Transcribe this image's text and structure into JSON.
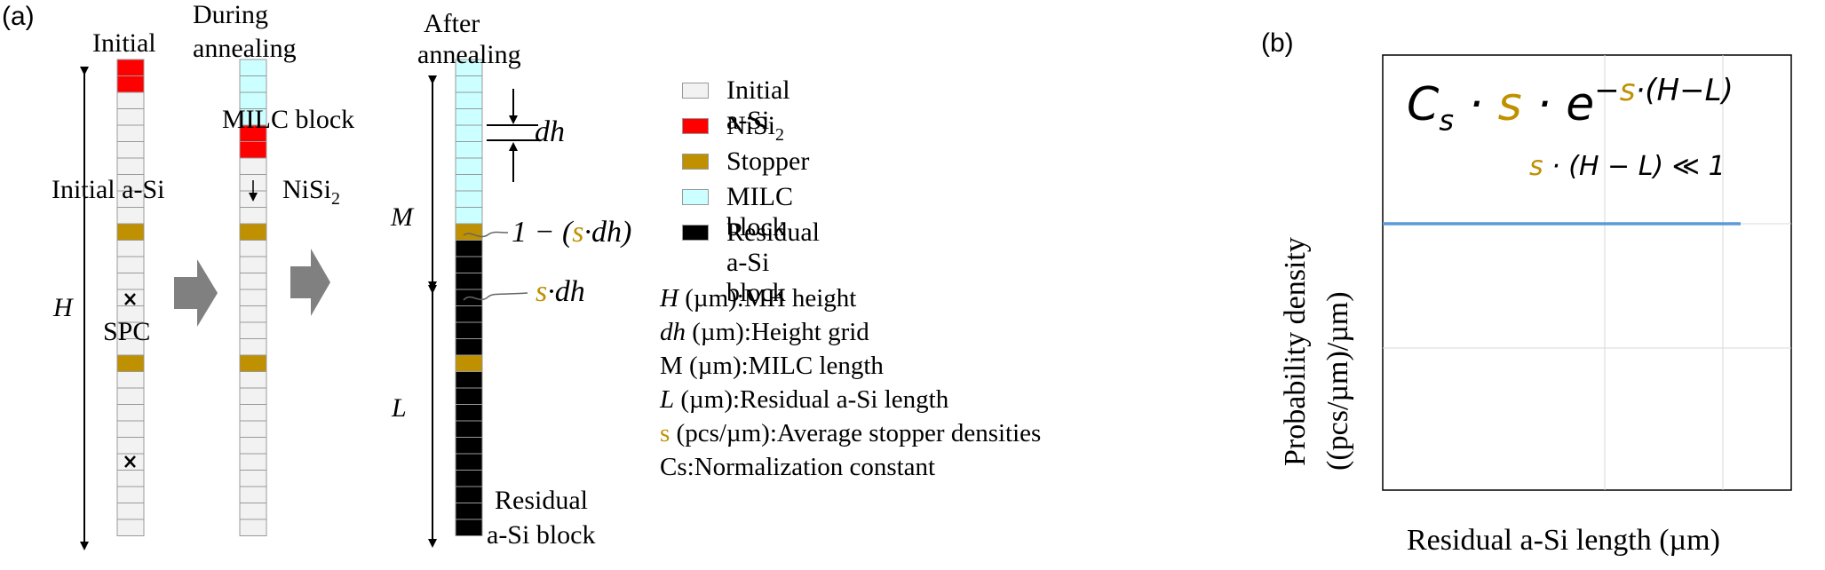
{
  "panel_a": {
    "label": "(a)",
    "stage_initial": "Initial",
    "stage_during": [
      "During",
      "annealing"
    ],
    "stage_after": [
      "After",
      "annealing"
    ],
    "label_milc_block": "MILC block",
    "label_initial_asi": "Initial a-Si",
    "label_nisi2_base": "NiSi",
    "label_nisi2_sub": "2",
    "label_spc": "SPC",
    "label_H": "H",
    "label_M": "M",
    "label_L": "L",
    "label_dh": "dh",
    "eq_survive_pre": "1 − (",
    "eq_survive_s": "s",
    "eq_survive_post": "·dh)",
    "eq_stop_s": "s",
    "eq_stop_post": "·dh",
    "label_residual": [
      "Residual",
      "a-Si block"
    ],
    "legend": [
      {
        "label": "Initial a-Si",
        "color": "#f2f2f2"
      },
      {
        "label": "NiSi",
        "sub": "2",
        "color": "#ff0000"
      },
      {
        "label": "Stopper",
        "color": "#bf9000"
      },
      {
        "label": "MILC block",
        "color": "#ccffff"
      },
      {
        "label": "Residual a-Si block",
        "color": "#000000"
      }
    ],
    "definitions": [
      {
        "sym": "H",
        "sym_style": "italic",
        "rest": " (µm):MH height"
      },
      {
        "sym": "dh",
        "sym_style": "italic",
        "rest": " (µm):Height grid"
      },
      {
        "sym": "M",
        "sym_style": "normal",
        "rest": " (µm):MILC length"
      },
      {
        "sym": "L",
        "sym_style": "italic",
        "rest": " (µm):Residual a-Si length"
      },
      {
        "sym": "s",
        "sym_style": "gold",
        "rest": " (pcs/µm):Average stopper densities"
      },
      {
        "sym": "Cs",
        "sym_style": "normal",
        "rest": ":Normalization constant"
      }
    ],
    "colors": {
      "initial_asi": "#f2f2f2",
      "nisi2": "#ff0000",
      "stopper": "#bf9000",
      "milc": "#ccffff",
      "residual": "#000000",
      "arrow": "#808080"
    }
  },
  "panel_b": {
    "label": "(b)",
    "formula_C": "C",
    "formula_sub": "s",
    "formula_dot1": " · ",
    "formula_s": "s",
    "formula_dot2": " · ",
    "formula_e": "e",
    "formula_exp_minus": "−",
    "formula_exp_s": "s",
    "formula_exp_rest": "·(H−L)",
    "condition_s": "s",
    "condition_rest": " · (H − L) ≪ 1",
    "ylabel_line1": "Probability density",
    "ylabel_line2": "((pcs/µm)/µm)",
    "xlabel": "Residual a-Si length (µm)",
    "line_color": "#5b9bd5"
  },
  "chart_data": {
    "type": "line",
    "xlabel": "Residual a-Si length (µm)",
    "ylabel": "Probability density ((pcs/µm)/µm)",
    "x": [
      0,
      1
    ],
    "series": [
      {
        "values": [
          1,
          1
        ]
      }
    ],
    "grid": true
  }
}
